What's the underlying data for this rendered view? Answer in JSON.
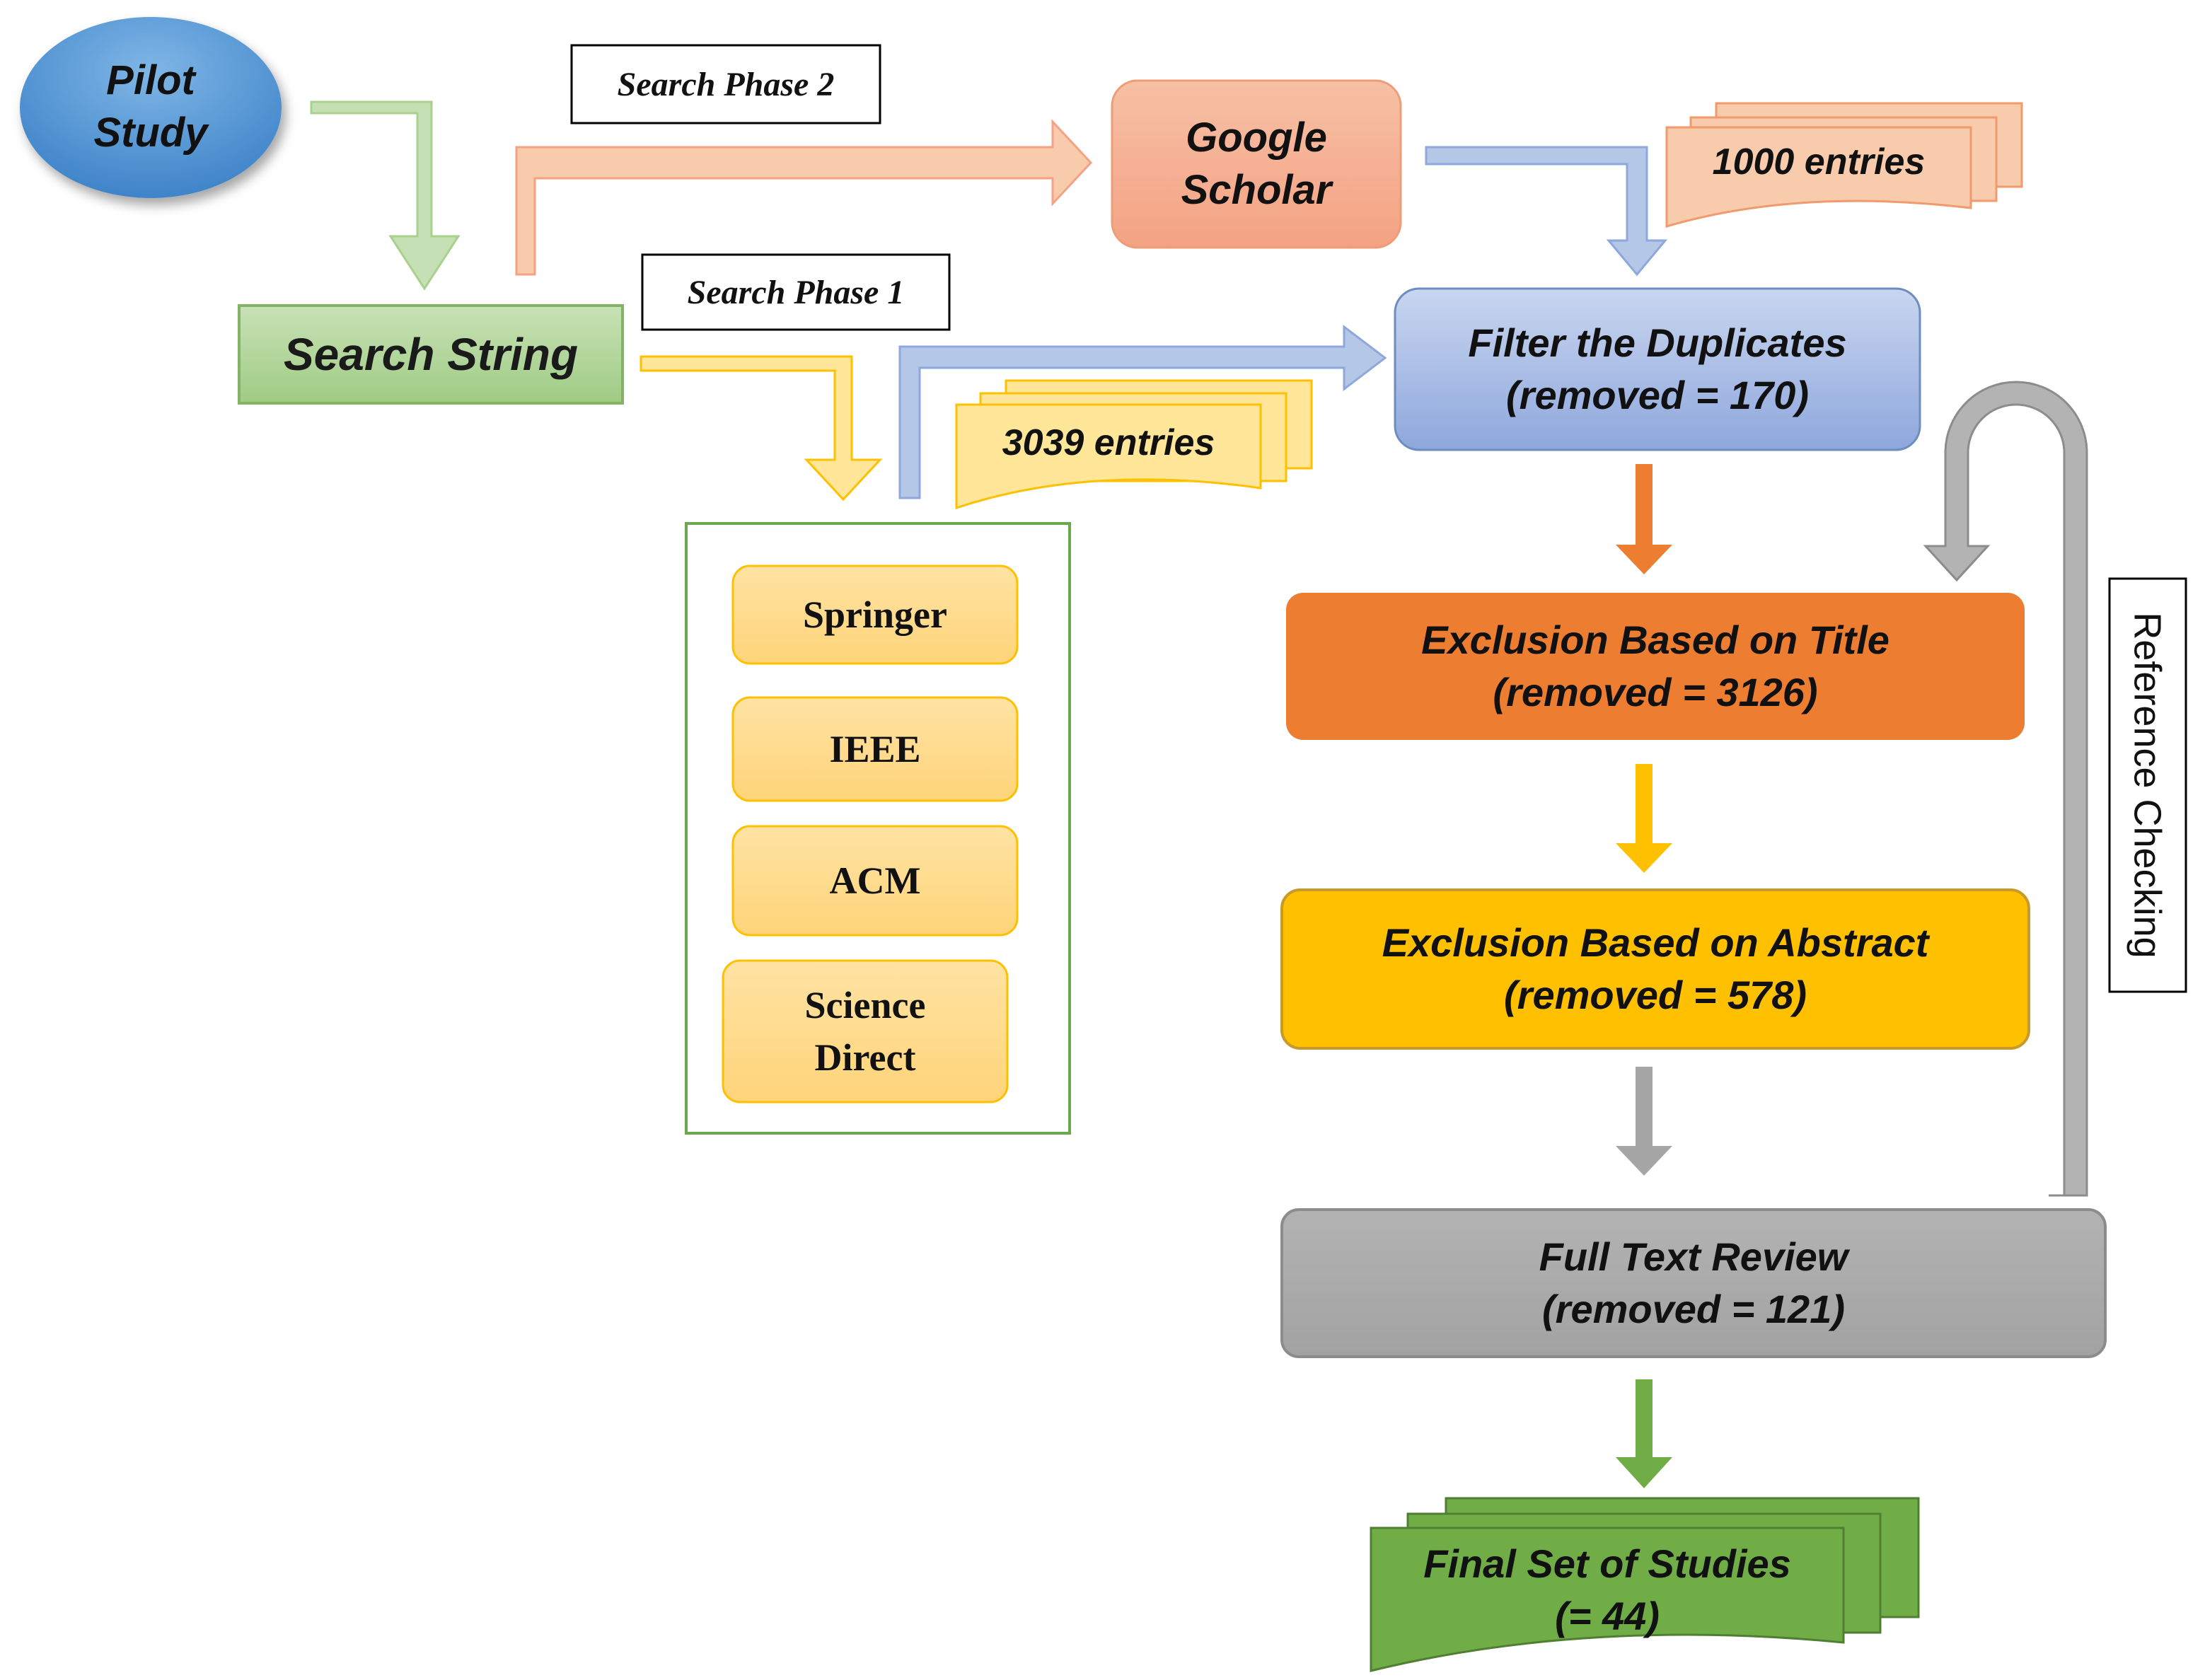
{
  "nodes": {
    "pilot_study": [
      "Pilot",
      "Study"
    ],
    "search_string": "Search String",
    "search_phase_1": "Search Phase 1",
    "search_phase_2": "Search Phase 2",
    "google_scholar": [
      "Google",
      "Scholar"
    ],
    "entries_google": "1000 entries",
    "entries_databases": "3039 entries",
    "springer": "Springer",
    "ieee": "IEEE",
    "acm": "ACM",
    "science_direct": [
      "Science",
      "Direct"
    ],
    "filter_duplicates": [
      "Filter the Duplicates",
      "(removed = 170)"
    ],
    "exclusion_title": [
      "Exclusion Based on Title",
      "(removed = 3126)"
    ],
    "exclusion_abstract": [
      "Exclusion Based on Abstract",
      "(removed = 578)"
    ],
    "full_text_review": [
      "Full Text Review",
      "(removed = 121)"
    ],
    "final_set": [
      "Final Set of Studies",
      "(= 44)"
    ],
    "reference_checking": "Reference Checking"
  },
  "colors": {
    "green": "#a9d18e",
    "green_dark": "#6aa84f",
    "green_final": "#70ad47",
    "orange_light": "#f4b183",
    "blue": "#8faadc",
    "yellow_light": "#ffd966",
    "orange": "#ed7d31",
    "gold": "#ffc000",
    "gray": "#a5a5a5",
    "pilot_blue": "#5b9bd5"
  }
}
